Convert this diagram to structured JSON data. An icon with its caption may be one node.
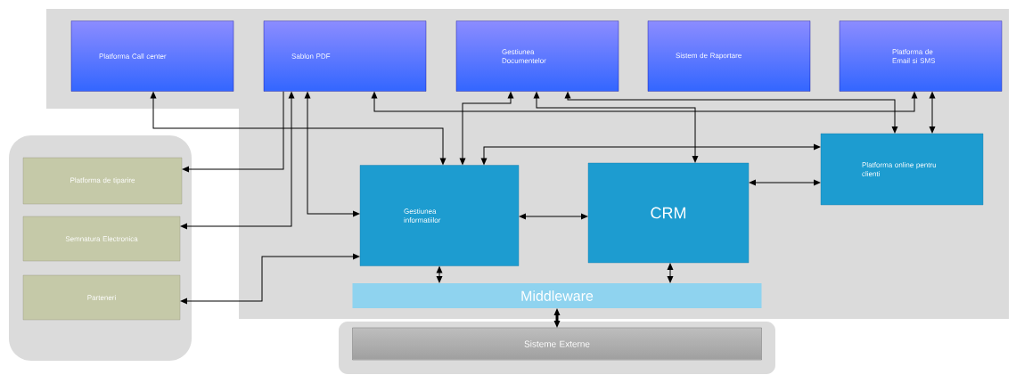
{
  "diagram": {
    "nodes": [
      {
        "text": [
          "Platforma Call center"
        ]
      },
      {
        "text": [
          "Sablon PDF"
        ]
      },
      {
        "text": [
          "Gestiunea Documentelor"
        ]
      },
      {
        "text": [
          "Sistem de Raportare"
        ]
      },
      {
        "text": [
          "Platforma de Email si SMS"
        ]
      },
      {
        "text": [
          "Platforma online pentru clienti"
        ]
      },
      {
        "text": [
          "Gestiunea informatiilor"
        ]
      },
      {
        "text": [
          "CRM"
        ]
      },
      {
        "text": [
          "Middleware"
        ]
      },
      {
        "text": [
          "Sisteme Externe"
        ]
      },
      {
        "text": [
          "Platforma de tiparire"
        ]
      },
      {
        "text": [
          "Semnatura Electronica"
        ]
      },
      {
        "text": [
          "Parteneri"
        ]
      }
    ],
    "edges": [
      {
        "from": 0,
        "to": 6,
        "arrow": "both"
      },
      {
        "from": 1,
        "to": 10,
        "arrow": "to"
      },
      {
        "from": 1,
        "to": 11,
        "arrow": "both"
      },
      {
        "from": 1,
        "to": 6,
        "arrow": "both"
      },
      {
        "from": 1,
        "to": 4,
        "arrow": "both"
      },
      {
        "from": 2,
        "to": 6,
        "arrow": "both"
      },
      {
        "from": 2,
        "to": 7,
        "arrow": "both"
      },
      {
        "from": 2,
        "to": 5,
        "arrow": "both"
      },
      {
        "from": 4,
        "to": 5,
        "arrow": "both"
      },
      {
        "from": 6,
        "to": 5,
        "arrow": "both"
      },
      {
        "from": 6,
        "to": 7,
        "arrow": "both"
      },
      {
        "from": 7,
        "to": 5,
        "arrow": "both"
      },
      {
        "from": 12,
        "to": 6,
        "arrow": "both"
      },
      {
        "from": 6,
        "to": 8,
        "arrow": "both"
      },
      {
        "from": 7,
        "to": 8,
        "arrow": "both"
      },
      {
        "from": 8,
        "to": 9,
        "arrow": "both",
        "style": "thick"
      }
    ]
  }
}
